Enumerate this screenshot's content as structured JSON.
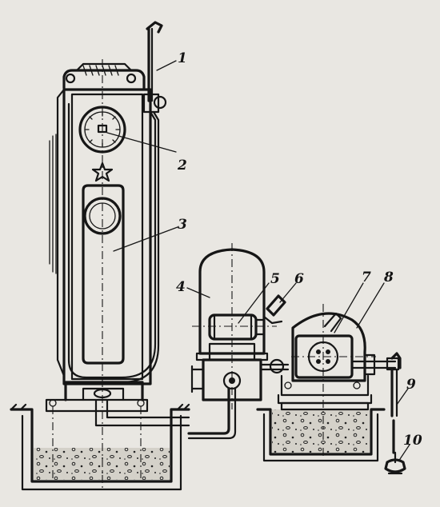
{
  "labels": [
    {
      "id": "1",
      "text": "1"
    },
    {
      "id": "2",
      "text": "2"
    },
    {
      "id": "3",
      "text": "3"
    },
    {
      "id": "4",
      "text": "4"
    },
    {
      "id": "5",
      "text": "5"
    },
    {
      "id": "6",
      "text": "6"
    },
    {
      "id": "7",
      "text": "7"
    },
    {
      "id": "8",
      "text": "8"
    },
    {
      "id": "9",
      "text": "9"
    },
    {
      "id": "10",
      "text": "10"
    }
  ],
  "colors": {
    "paper": "#e9e7e2",
    "ink": "#161616",
    "concrete": "#cfccc4"
  },
  "icons": {
    "emblem": "star-icon"
  }
}
